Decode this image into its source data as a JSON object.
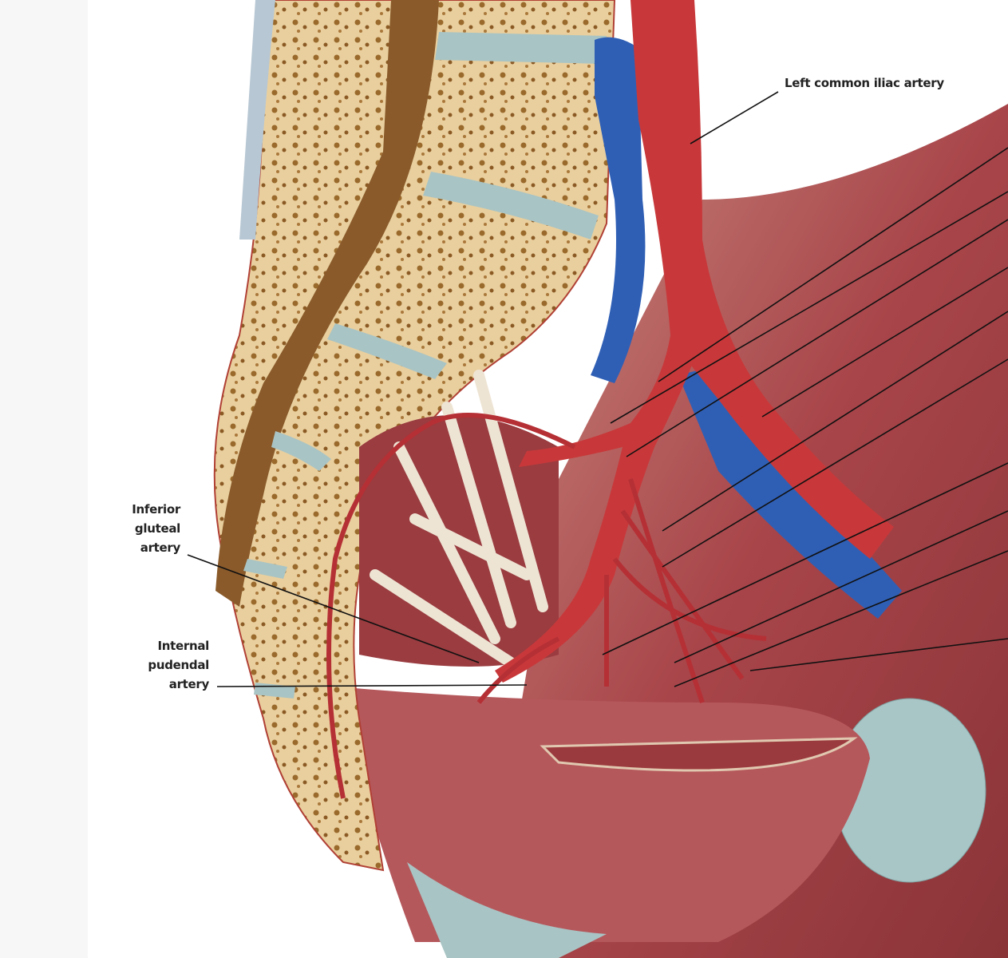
{
  "labels": {
    "left_common_iliac_artery": "Left common iliac artery",
    "inferior_gluteal_artery": [
      "Inferior",
      "gluteal",
      "artery"
    ],
    "internal_pudendal_artery": [
      "Internal",
      "pudendal",
      "artery"
    ]
  },
  "colors": {
    "artery": "#c8383a",
    "vein": "#2f5fb5",
    "bone": "#e8cc9a",
    "bone_spots": "#9a6a2c",
    "muscle": "#a8454a",
    "disc": "#a9c4c4",
    "leader_line": "#111111"
  }
}
